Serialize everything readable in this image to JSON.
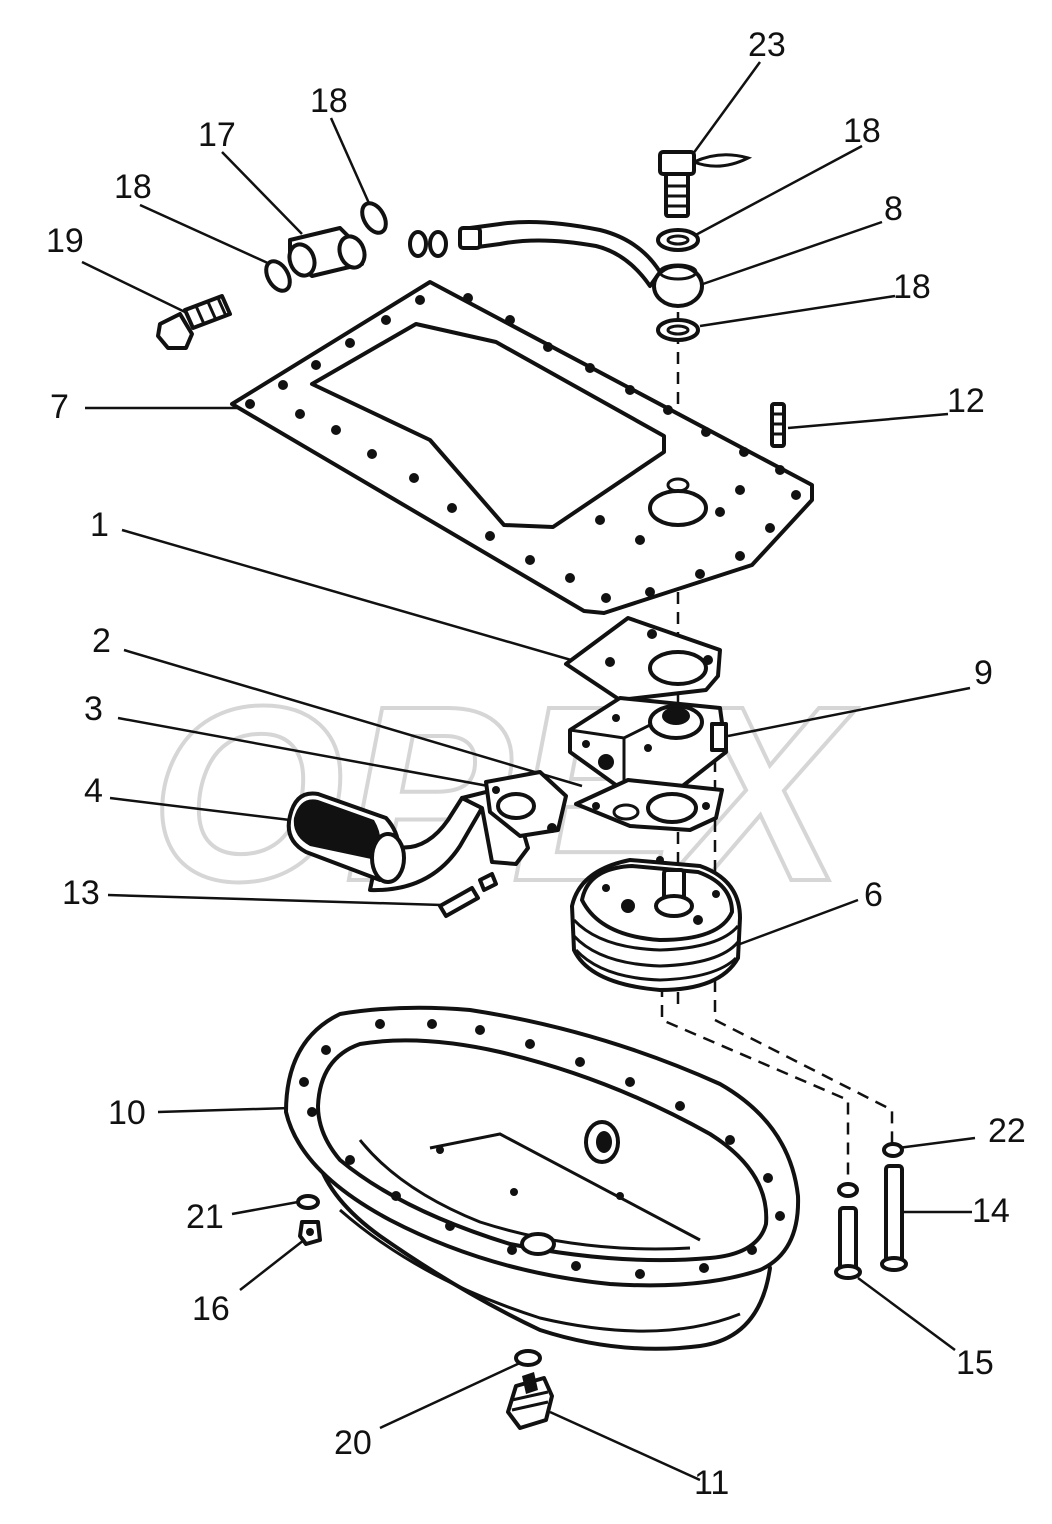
{
  "watermark": {
    "text": "ОРЕХ"
  },
  "callouts": [
    {
      "id": "c23",
      "label": "23"
    },
    {
      "id": "c18a",
      "label": "18"
    },
    {
      "id": "c17",
      "label": "17"
    },
    {
      "id": "c18b",
      "label": "18"
    },
    {
      "id": "c18c",
      "label": "18"
    },
    {
      "id": "c19",
      "label": "19"
    },
    {
      "id": "c8",
      "label": "8"
    },
    {
      "id": "c18d",
      "label": "18"
    },
    {
      "id": "c7",
      "label": "7"
    },
    {
      "id": "c12",
      "label": "12"
    },
    {
      "id": "c1",
      "label": "1"
    },
    {
      "id": "c2",
      "label": "2"
    },
    {
      "id": "c9",
      "label": "9"
    },
    {
      "id": "c3",
      "label": "3"
    },
    {
      "id": "c4",
      "label": "4"
    },
    {
      "id": "c13",
      "label": "13"
    },
    {
      "id": "c6",
      "label": "6"
    },
    {
      "id": "c10",
      "label": "10"
    },
    {
      "id": "c22",
      "label": "22"
    },
    {
      "id": "c21",
      "label": "21"
    },
    {
      "id": "c14",
      "label": "14"
    },
    {
      "id": "c16",
      "label": "16"
    },
    {
      "id": "c15",
      "label": "15"
    },
    {
      "id": "c20",
      "label": "20"
    },
    {
      "id": "c11",
      "label": "11"
    }
  ]
}
